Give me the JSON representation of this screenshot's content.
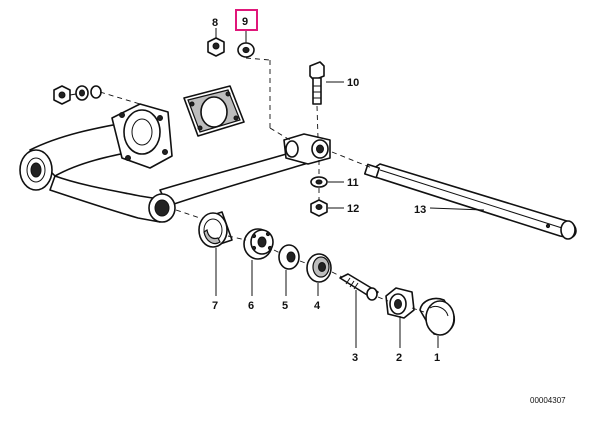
{
  "diagram": {
    "callouts": [
      {
        "id": "1",
        "label": "1"
      },
      {
        "id": "2",
        "label": "2"
      },
      {
        "id": "3",
        "label": "3"
      },
      {
        "id": "4",
        "label": "4"
      },
      {
        "id": "5",
        "label": "5"
      },
      {
        "id": "6",
        "label": "6"
      },
      {
        "id": "7",
        "label": "7"
      },
      {
        "id": "8",
        "label": "8"
      },
      {
        "id": "9",
        "label": "9",
        "highlighted": true
      },
      {
        "id": "10",
        "label": "10"
      },
      {
        "id": "11",
        "label": "11"
      },
      {
        "id": "12",
        "label": "12"
      },
      {
        "id": "13",
        "label": "13"
      }
    ],
    "reference_number": "00004307",
    "highlight_color": "#e0177a"
  }
}
